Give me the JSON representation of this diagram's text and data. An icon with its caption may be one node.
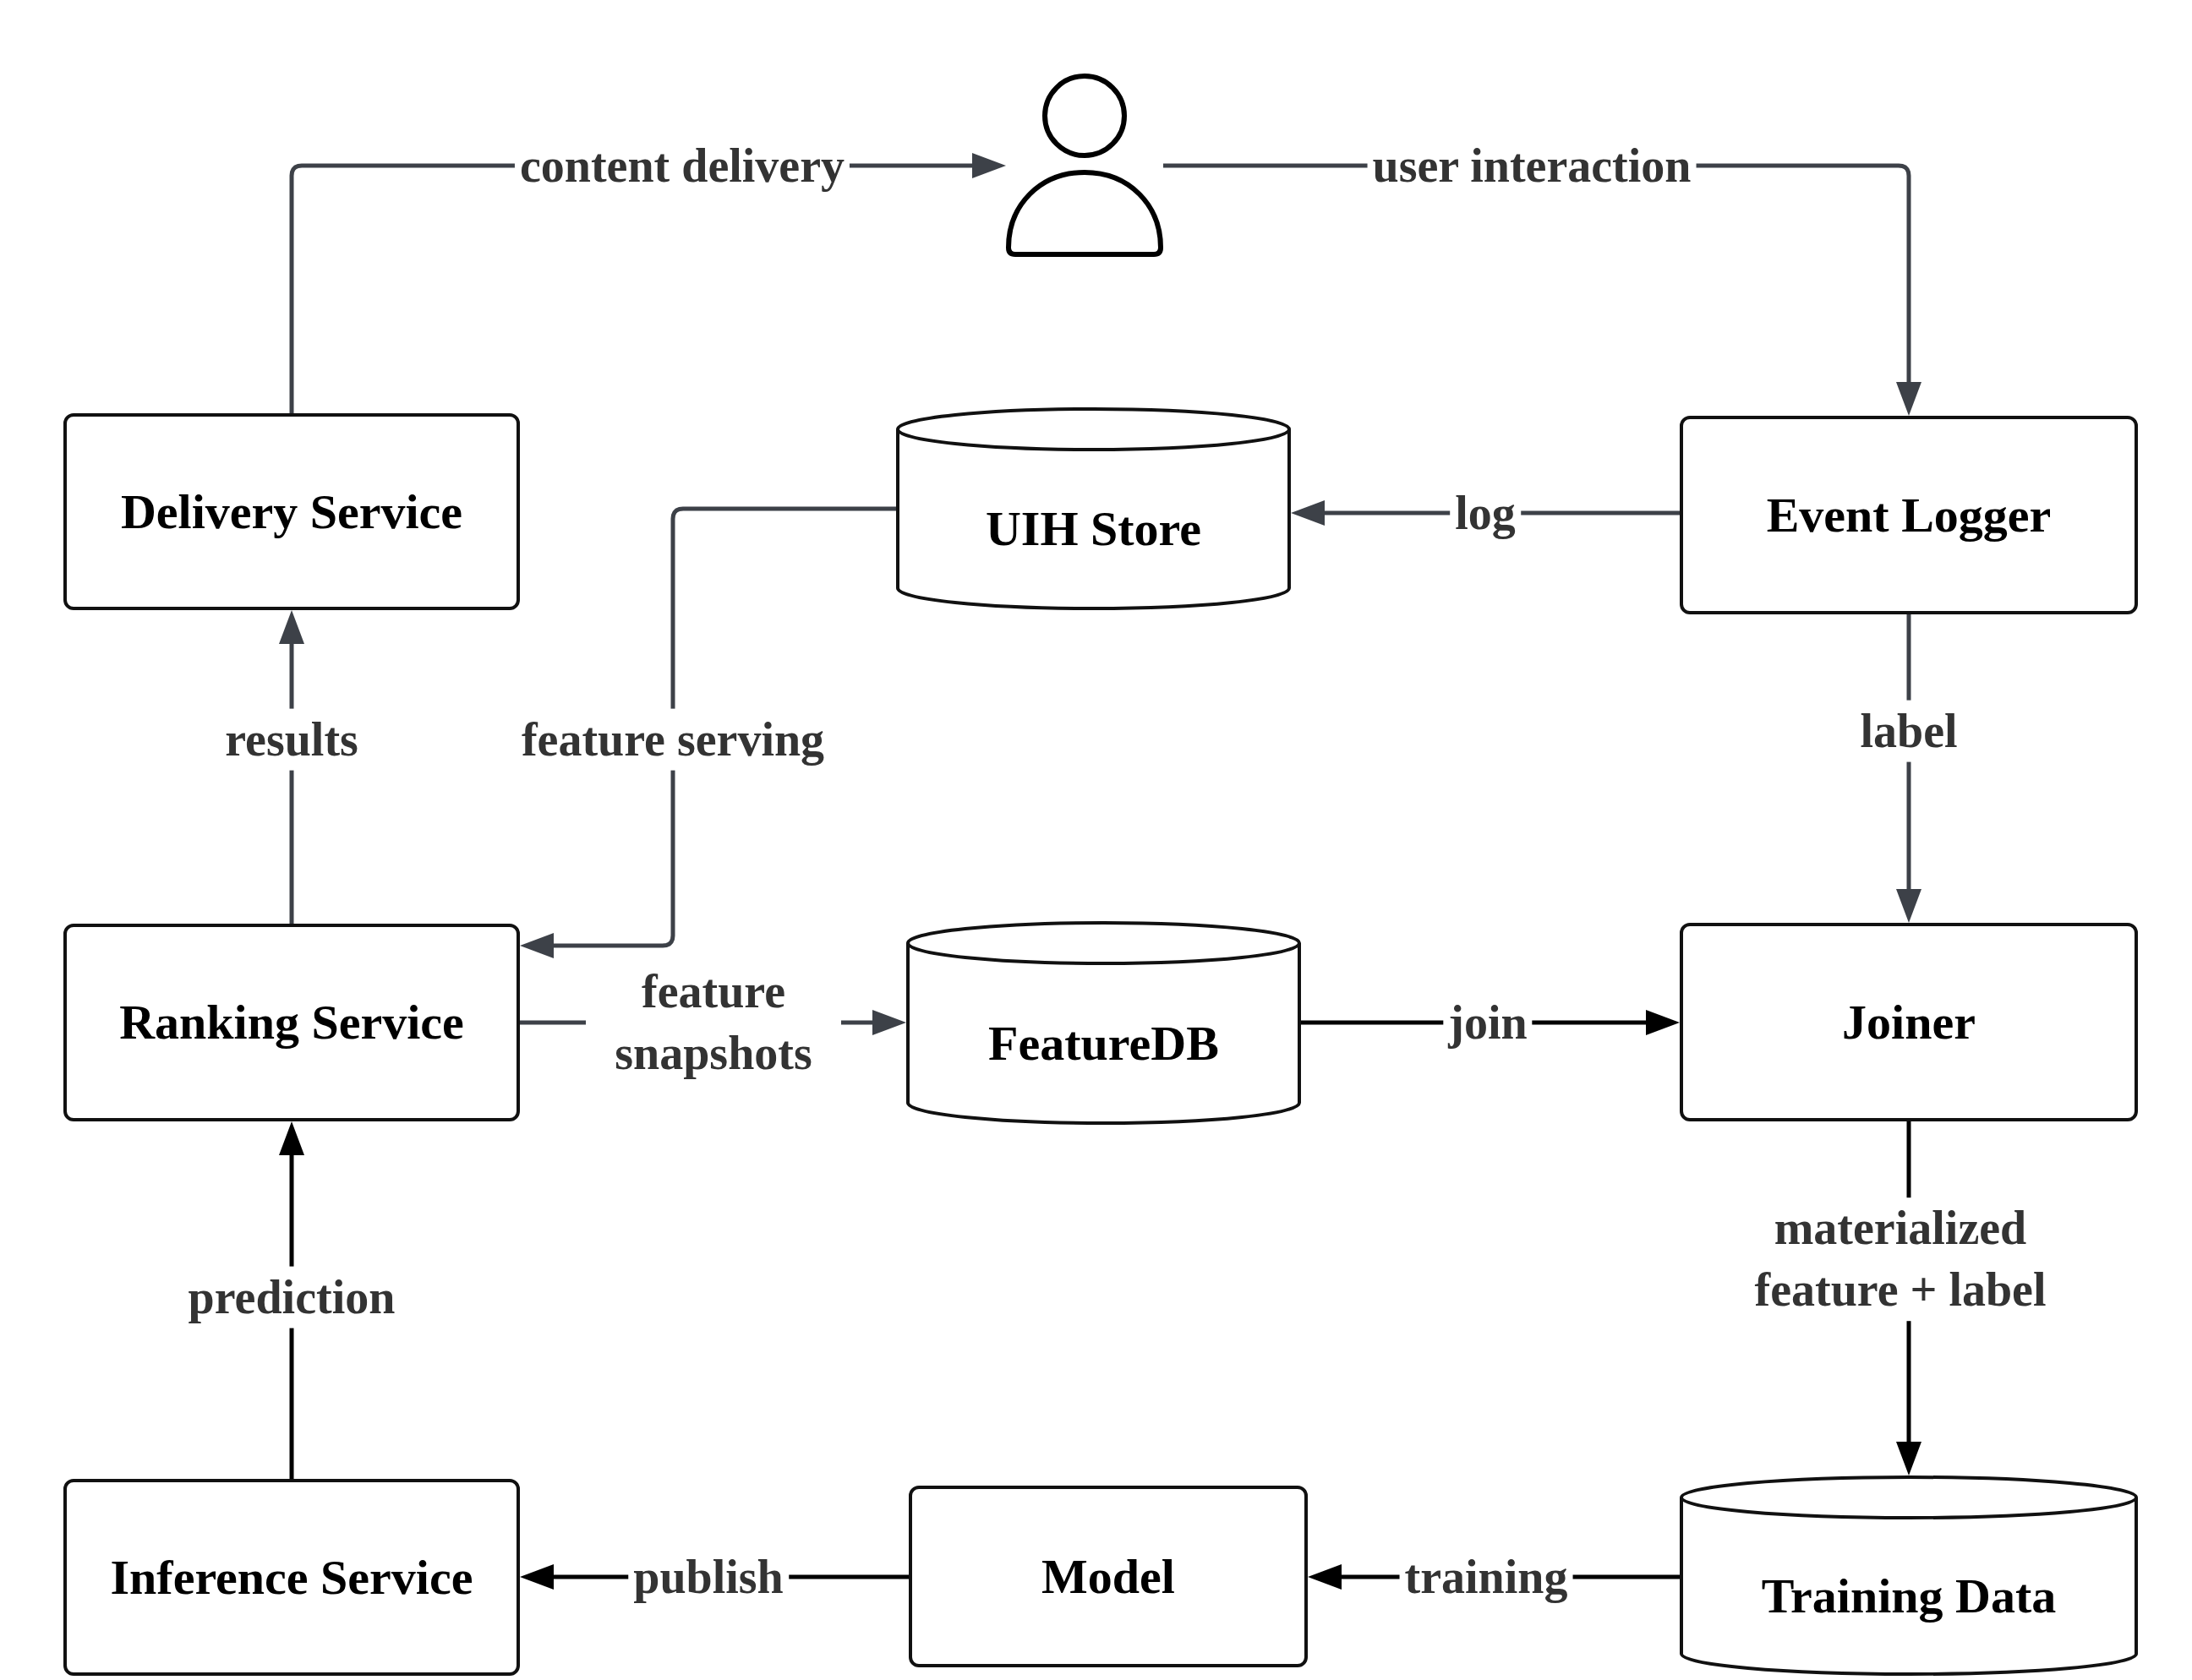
{
  "diagram": {
    "nodes": [
      {
        "text": [],
        "shape": "person"
      },
      {
        "text": [
          "Delivery Service"
        ]
      },
      {
        "text": [
          "UIH Store"
        ]
      },
      {
        "text": [
          "Event Logger"
        ]
      },
      {
        "text": [
          "Ranking Service"
        ]
      },
      {
        "text": [
          "FeatureDB"
        ]
      },
      {
        "text": [
          "Joiner"
        ]
      },
      {
        "text": [
          "Inference Service"
        ]
      },
      {
        "text": [
          "Model"
        ]
      },
      {
        "text": [
          "Training Data"
        ]
      }
    ],
    "edges": [
      {
        "from": 1,
        "to": 0,
        "arrow": "to",
        "label": "content delivery"
      },
      {
        "from": 0,
        "to": 3,
        "arrow": "to",
        "label": "user interaction"
      },
      {
        "from": 3,
        "to": 2,
        "arrow": "to",
        "label": "log"
      },
      {
        "from": 2,
        "to": 4,
        "arrow": "to",
        "label": "feature serving"
      },
      {
        "from": 4,
        "to": 1,
        "arrow": "to",
        "label": "results"
      },
      {
        "from": 4,
        "to": 5,
        "arrow": "to",
        "label": "feature snapshots"
      },
      {
        "from": 3,
        "to": 6,
        "arrow": "to",
        "label": "label"
      },
      {
        "from": 5,
        "to": 6,
        "arrow": "to",
        "label": "join",
        "color": "#000000"
      },
      {
        "from": 6,
        "to": 9,
        "arrow": "to",
        "label": "materialized feature + label",
        "color": "#000000"
      },
      {
        "from": 9,
        "to": 8,
        "arrow": "to",
        "label": "training",
        "color": "#000000"
      },
      {
        "from": 8,
        "to": 7,
        "arrow": "to",
        "label": "publish",
        "color": "#000000"
      },
      {
        "from": 7,
        "to": 4,
        "arrow": "to",
        "label": "prediction",
        "color": "#000000"
      }
    ]
  }
}
